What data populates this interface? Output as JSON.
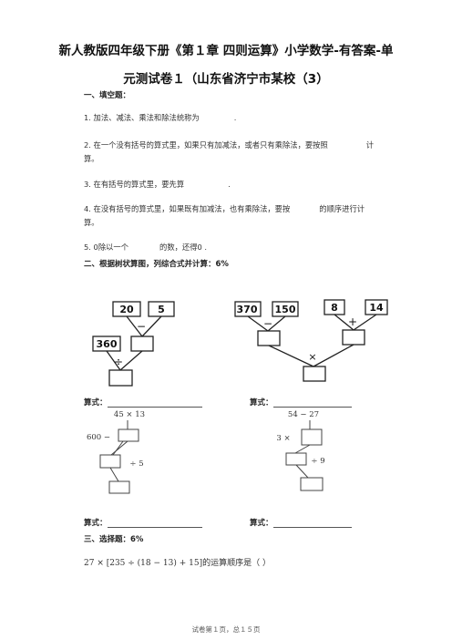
{
  "title": {
    "line1": "新人教版四年级下册《第１章 四则运算》小学数学-有答案-单",
    "line2": "元测试卷１（山东省济宁市某校（3）"
  },
  "section1": {
    "heading": "一、填空题：",
    "questions": [
      {
        "pre": "1. 加法、减法、乘法和除法统称为",
        "post": "."
      },
      {
        "pre": "2. 在一个没有括号的算式里，如果只有加减法，或者只有乘除法，要按照",
        "post": "计",
        "line2": "算。"
      },
      {
        "pre": "3. 在有括号的算式里，要先算",
        "post": "."
      },
      {
        "pre": "4. 在没有括号的算式里，如果既有加减法，也有乘除法，要按",
        "post": "的顺序进行计",
        "line2": "算。"
      },
      {
        "pre": "5. 0除以一个",
        "post": "的数，还得0 ."
      }
    ]
  },
  "section2": {
    "heading": "二、根据树状算图，列综合式并计算：6%",
    "tree1": {
      "a": "20",
      "b": "5",
      "op1": "−",
      "c": "360",
      "op2": "÷"
    },
    "tree2": {
      "a": "370",
      "b": "150",
      "op1": "−",
      "c": "8",
      "d": "14",
      "op2": "+",
      "op3": "×"
    },
    "tree3": {
      "top": "45 × 13",
      "left": "600 −",
      "right": "÷ 5"
    },
    "tree4": {
      "top": "54  −  27",
      "left": "3 ×",
      "right": "÷ 9"
    },
    "formula_label": "算式："
  },
  "section3": {
    "heading": "三、选择题：6%",
    "expression": "27 × [235 ÷ (18 − 13) + 15]的运算顺序是（ ）"
  },
  "footer": "试卷第１页，总１５页"
}
